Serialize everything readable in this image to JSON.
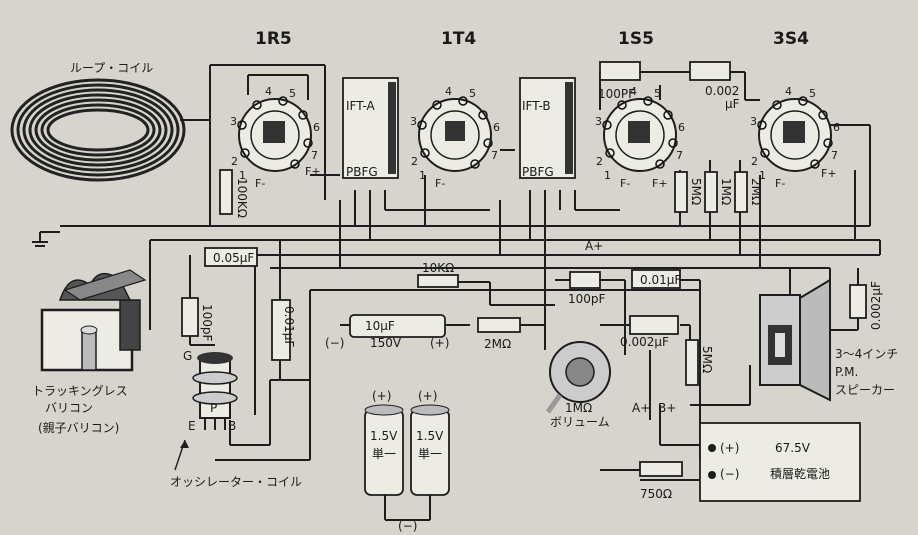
{
  "tubes": [
    {
      "name": "1R5",
      "pins": [
        "3",
        "4",
        "5",
        "6",
        "2",
        "7",
        "1",
        "F-",
        "F+"
      ],
      "value_label": "100KΩ"
    },
    {
      "name": "1T4",
      "pins": [
        "3",
        "4",
        "5",
        "6",
        "2",
        "7",
        "1",
        "F-"
      ]
    },
    {
      "name": "1S5",
      "pins": [
        "3",
        "4",
        "5",
        "6",
        "2",
        "7",
        "1",
        "F-",
        "F+"
      ],
      "cap_label": "100PF",
      "cap2_label": "0.002",
      "cap2_unit": "μF"
    },
    {
      "name": "3S4",
      "pins": [
        "3",
        "4",
        "5",
        "6",
        "2",
        "7",
        "1",
        "F-",
        "F+"
      ]
    }
  ],
  "ifts": [
    {
      "name": "IFT-A",
      "bottom": "PBFG"
    },
    {
      "name": "IFT-B",
      "bottom": "PBFG"
    }
  ],
  "loop_coil": "ループ・コイル",
  "variable_cap": {
    "line1": "トラッキングレス",
    "line2": "バリコン",
    "line3": "(親子バリコン)"
  },
  "osc_coil": {
    "name": "オッシレーター・コイル",
    "pin_g": "G",
    "pin_p": "P",
    "pin_e": "E",
    "pin_b": "B"
  },
  "components": {
    "c_005": "0.05μF",
    "c_100pf_vert": "100pF",
    "c_001_vert": "0.01μF",
    "r_10k": "10KΩ",
    "c_10uf": "10μF",
    "c_10uf_v": "150V",
    "minus": "(−)",
    "plus": "(+)",
    "r_2m": "2MΩ",
    "c_100pf": "100pF",
    "c_001": "0.01μF",
    "c_0002": "0.002μF",
    "r_5m_a": "5MΩ",
    "r_1m": "1MΩ",
    "r_2m_b": "2MΩ",
    "r_5m_b": "5MΩ",
    "c_0002_r": "0.002μF",
    "r_750": "750Ω",
    "volume": "1MΩ",
    "volume_sub": "ボリューム",
    "a_plus": "A+",
    "a_plus2": "A+",
    "b_plus": "B+"
  },
  "batteries": [
    {
      "plus": "(+)",
      "volt": "1.5V",
      "type": "単一"
    },
    {
      "plus": "(+)",
      "volt": "1.5V",
      "type": "単一"
    }
  ],
  "battery_minus": "(−)",
  "b_battery": {
    "plus": "(+)",
    "minus": "(−)",
    "volt": "67.5V",
    "name": "積層乾電池"
  },
  "speaker": {
    "line1": "3〜4インチ",
    "line2": "P.M.",
    "line3": "スピーカー"
  }
}
